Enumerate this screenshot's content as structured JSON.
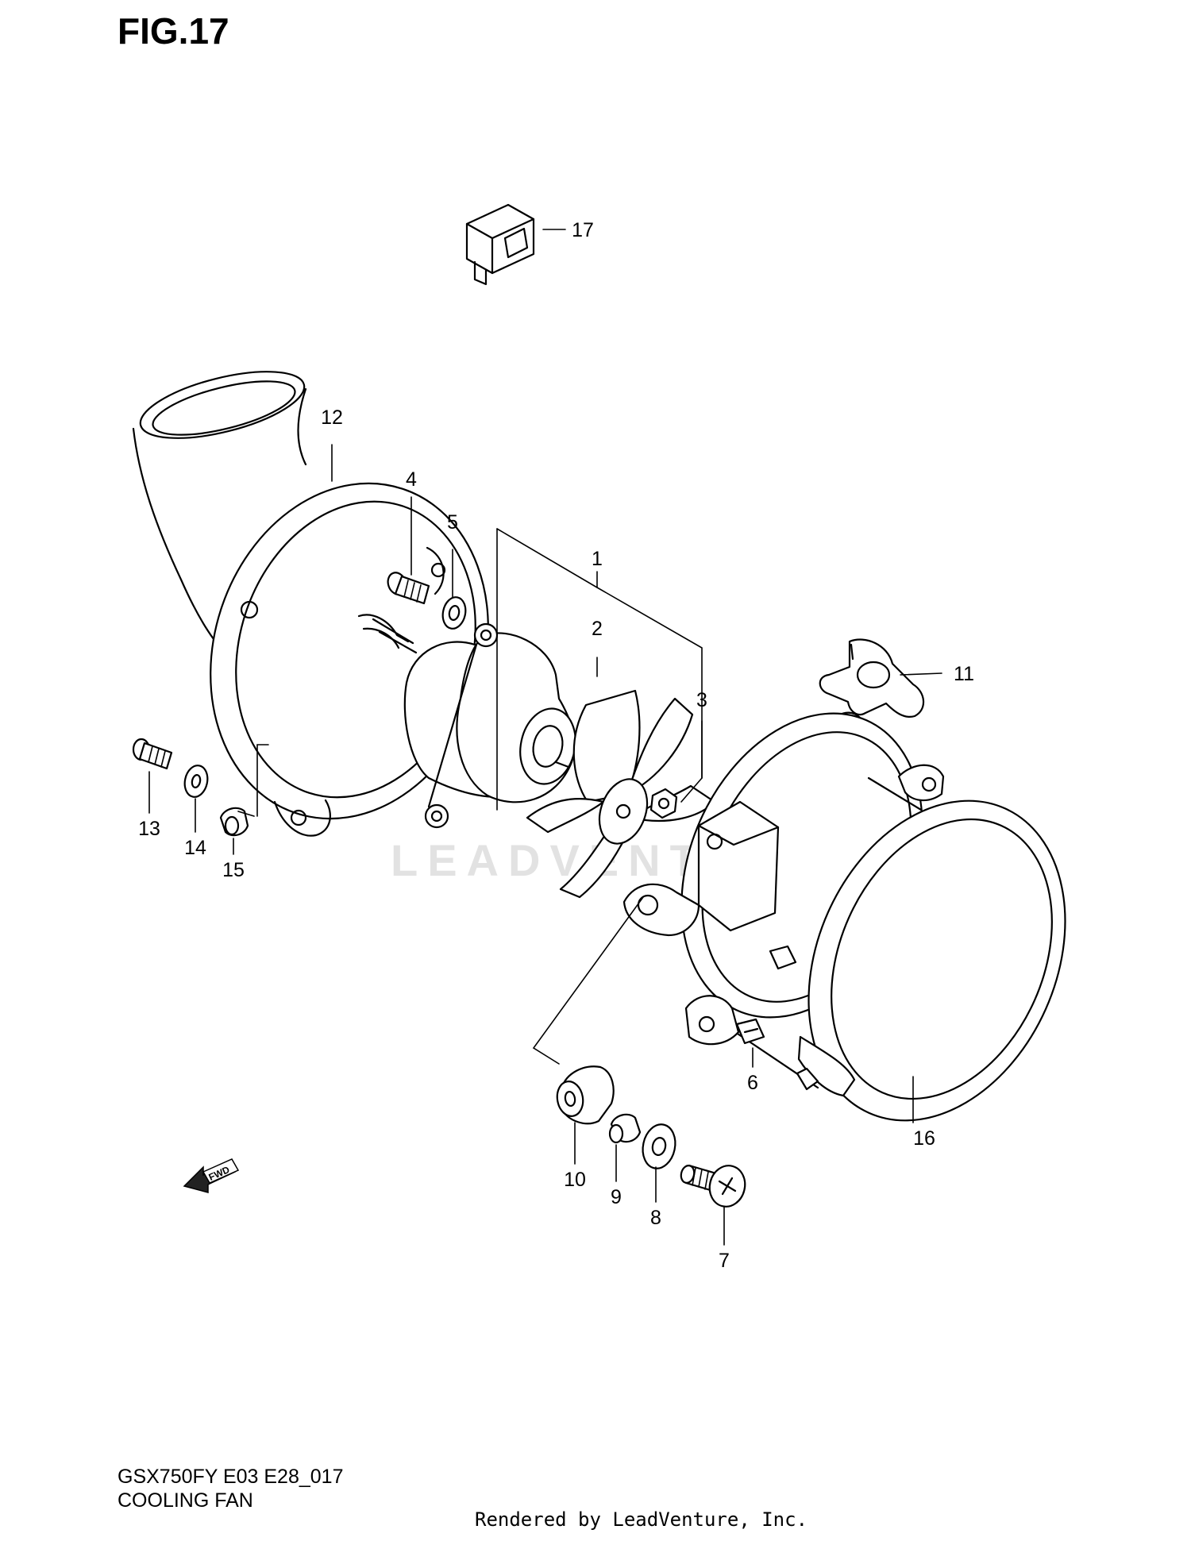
{
  "header": {
    "figure_title": "FIG.17"
  },
  "callouts": [
    {
      "id": "c1",
      "label": "1"
    },
    {
      "id": "c2",
      "label": "2"
    },
    {
      "id": "c3",
      "label": "3"
    },
    {
      "id": "c4",
      "label": "4"
    },
    {
      "id": "c5",
      "label": "5"
    },
    {
      "id": "c6",
      "label": "6"
    },
    {
      "id": "c7",
      "label": "7"
    },
    {
      "id": "c8",
      "label": "8"
    },
    {
      "id": "c9",
      "label": "9"
    },
    {
      "id": "c10",
      "label": "10"
    },
    {
      "id": "c11",
      "label": "11"
    },
    {
      "id": "c12",
      "label": "12"
    },
    {
      "id": "c13",
      "label": "13"
    },
    {
      "id": "c14",
      "label": "14"
    },
    {
      "id": "c15",
      "label": "15"
    },
    {
      "id": "c16",
      "label": "16"
    },
    {
      "id": "c17",
      "label": "17"
    }
  ],
  "direction_badge": {
    "text": "FWD"
  },
  "watermark": {
    "text": "LEADVENTURE"
  },
  "footer": {
    "model_code": "GSX750FY E03 E28_017",
    "section_name": "COOLING FAN",
    "render_credit": "Rendered by LeadVenture, Inc."
  }
}
